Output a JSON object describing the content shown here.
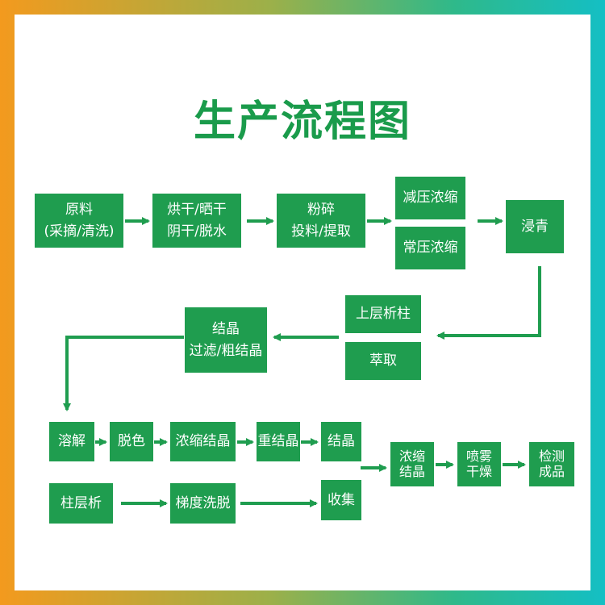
{
  "title": "生产流程图",
  "nodes": {
    "raw_material": "原料\n(采摘/清洗)",
    "drying": "烘干/晒干\n阴干/脱水",
    "grinding": "粉碎\n投料/提取",
    "vacuum_concentrate": "减压浓缩",
    "normal_concentrate": "常压浓缩",
    "soak": "浸青",
    "upper_column": "上层析柱",
    "extraction": "萃取",
    "crystal_filter": "结晶\n过滤/粗结晶",
    "dissolve": "溶解",
    "decolor": "脱色",
    "concentrate_crystal": "浓缩结晶",
    "recrystal": "重结晶",
    "crystal": "结晶",
    "column_chrom": "柱层析",
    "gradient_elution": "梯度洗脱",
    "collect": "收集",
    "concentrate_crystal2": "浓缩\n结晶",
    "spray_dry": "喷雾\n干燥",
    "inspect_product": "检测\n成品"
  },
  "colors": {
    "node_fill": "#1f9d4f",
    "title": "#1a9b4b",
    "arrow": "#1f9d4f"
  }
}
